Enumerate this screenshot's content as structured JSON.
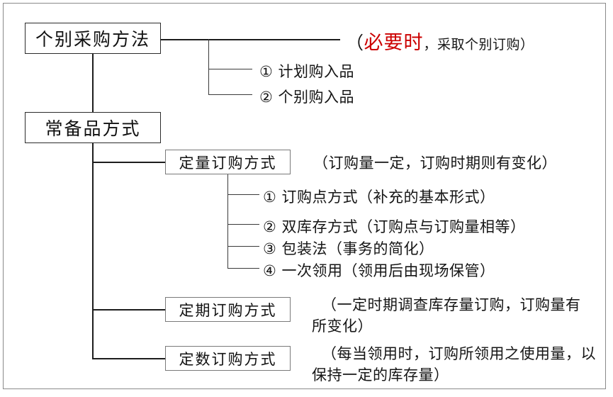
{
  "diagram": {
    "title_nodes": {
      "individual_purchase": "个别采购方法",
      "stock_item_method": "常备品方式"
    },
    "branch_boxes": {
      "fixed_quantity": "定量订购方式",
      "fixed_period": "定期订购方式",
      "fixed_number": "定数订购方式"
    },
    "individual_purchase_note": {
      "open_paren": "（",
      "red": "必要时",
      "rest": "，采取个别订购）"
    },
    "individual_purchase_items": [
      "① 计划购入品",
      "② 个别购入品"
    ],
    "fixed_quantity_note": "（订购量一定，订购时期则有变化）",
    "fixed_quantity_items": [
      "① 订购点方式（补充的基本形式）",
      "② 双库存方式（订购点与订购量相等）",
      "③ 包装法（事务的简化）",
      "④ 一次领用（领用后由现场保管）"
    ],
    "fixed_period_note": "（一定时期调查库存量订购，订购量有所变化）",
    "fixed_number_note": "（每当领用时，订购所领用之使用量，以保持一定的库存量）"
  },
  "colors": {
    "background": "#ffffff",
    "line": "#1d1d1d",
    "text": "#151515",
    "accent_red": "#cc0000",
    "box_border": "#7a7a7a",
    "frame_border": "#8a8a8a"
  }
}
